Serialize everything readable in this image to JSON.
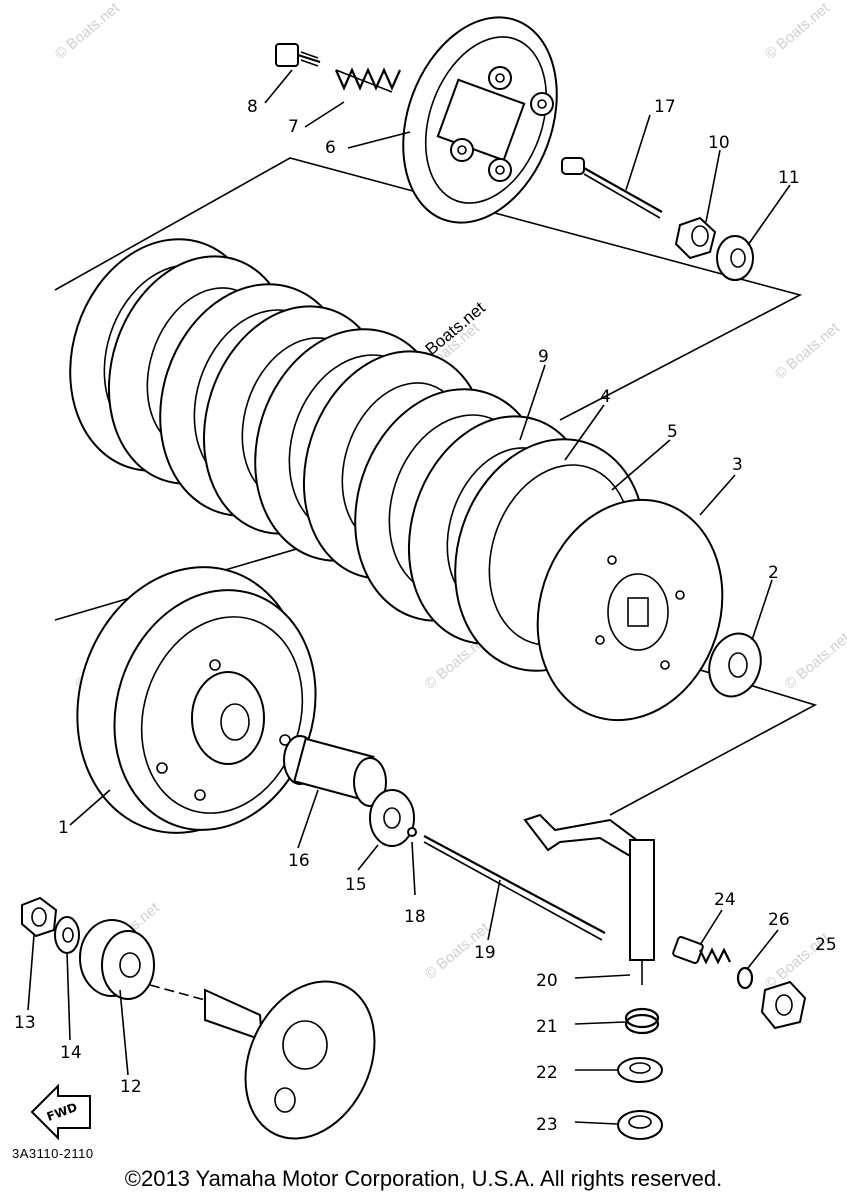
{
  "watermark": "© Boats.net",
  "drawing_code": "3A3110-2110",
  "direction_label": "FWD",
  "copyright": "©2013 Yamaha Motor Corporation, U.S.A. All rights reserved.",
  "callouts": [
    "1",
    "2",
    "3",
    "4",
    "5",
    "6",
    "7",
    "8",
    "9",
    "10",
    "11",
    "12",
    "13",
    "14",
    "15",
    "16",
    "17",
    "18",
    "19",
    "20",
    "21",
    "22",
    "23",
    "24",
    "25",
    "26"
  ]
}
